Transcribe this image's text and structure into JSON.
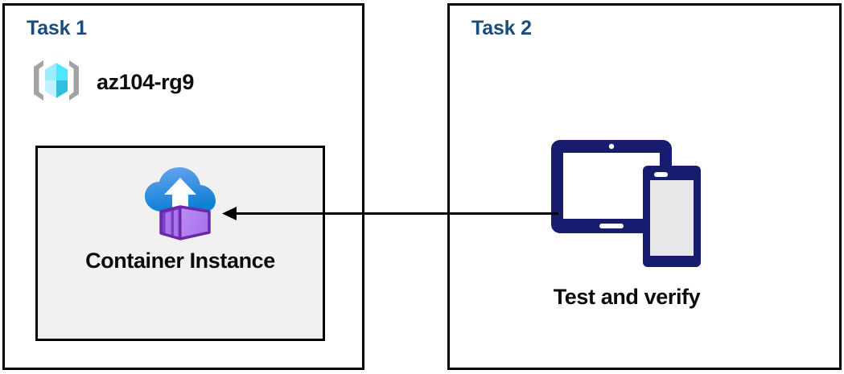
{
  "diagram": {
    "title": "Azure Container Instance task diagram",
    "colors": {
      "task_heading": "#1a4d7c",
      "panel_border": "#000000",
      "inner_box_fill": "#f1f1f1",
      "device_navy": "#181c6e",
      "cube_cyan": "#50e6ff",
      "cube_cyan_dark": "#1ab4d7",
      "bracket_gray": "#a3a3a3",
      "cloud_blue": "#1e8ddd",
      "container_purple": "#b07ef0",
      "container_purple_dark": "#6d28a8",
      "arrow": "#000000"
    },
    "panels": [
      {
        "id": "task1",
        "title": "Task 1",
        "resource_group": {
          "icon": "resource-group-cube-icon",
          "label": "az104-rg9"
        },
        "resource": {
          "icon": "container-instance-icon",
          "label": "Container Instance"
        }
      },
      {
        "id": "task2",
        "title": "Task 2",
        "resource": {
          "icon": "devices-tablet-phone-icon",
          "label": "Test and verify"
        }
      }
    ],
    "connector": {
      "name": "arrow-task2-to-task1",
      "direction": "right-to-left",
      "from": "Test and verify",
      "to": "Container Instance"
    }
  }
}
